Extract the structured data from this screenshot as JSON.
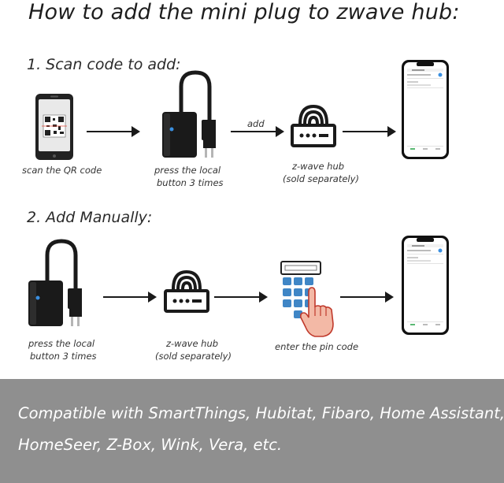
{
  "title": "How to add the mini plug to zwave hub:",
  "step1": {
    "heading": "1. Scan code to add:",
    "captions": {
      "scan": "scan the QR code",
      "press_line1": "press the local",
      "press_line2": "button 3 times",
      "hub_line1": "z-wave hub",
      "hub_line2": "(sold separately)"
    },
    "arrow_label": "add"
  },
  "step2": {
    "heading": "2. Add Manually:",
    "captions": {
      "press_line1": "press the local",
      "press_line2": "button 3 times",
      "hub_line1": "z-wave hub",
      "hub_line2": "(sold separately)",
      "pin": "enter the pin code"
    }
  },
  "footer": {
    "lead": "Compatible with",
    "line1_rest": " SmartThings, Hubitat, Fibaro, Home Assistant,",
    "line2": "HomeSeer, Z-Box, Wink, Vera, etc."
  },
  "colors": {
    "footer_bg": "#8f8f8f",
    "device_black": "#1a1a1a",
    "keypad_blue": "#3f86c6",
    "hand_skin": "#f3b9a6"
  }
}
